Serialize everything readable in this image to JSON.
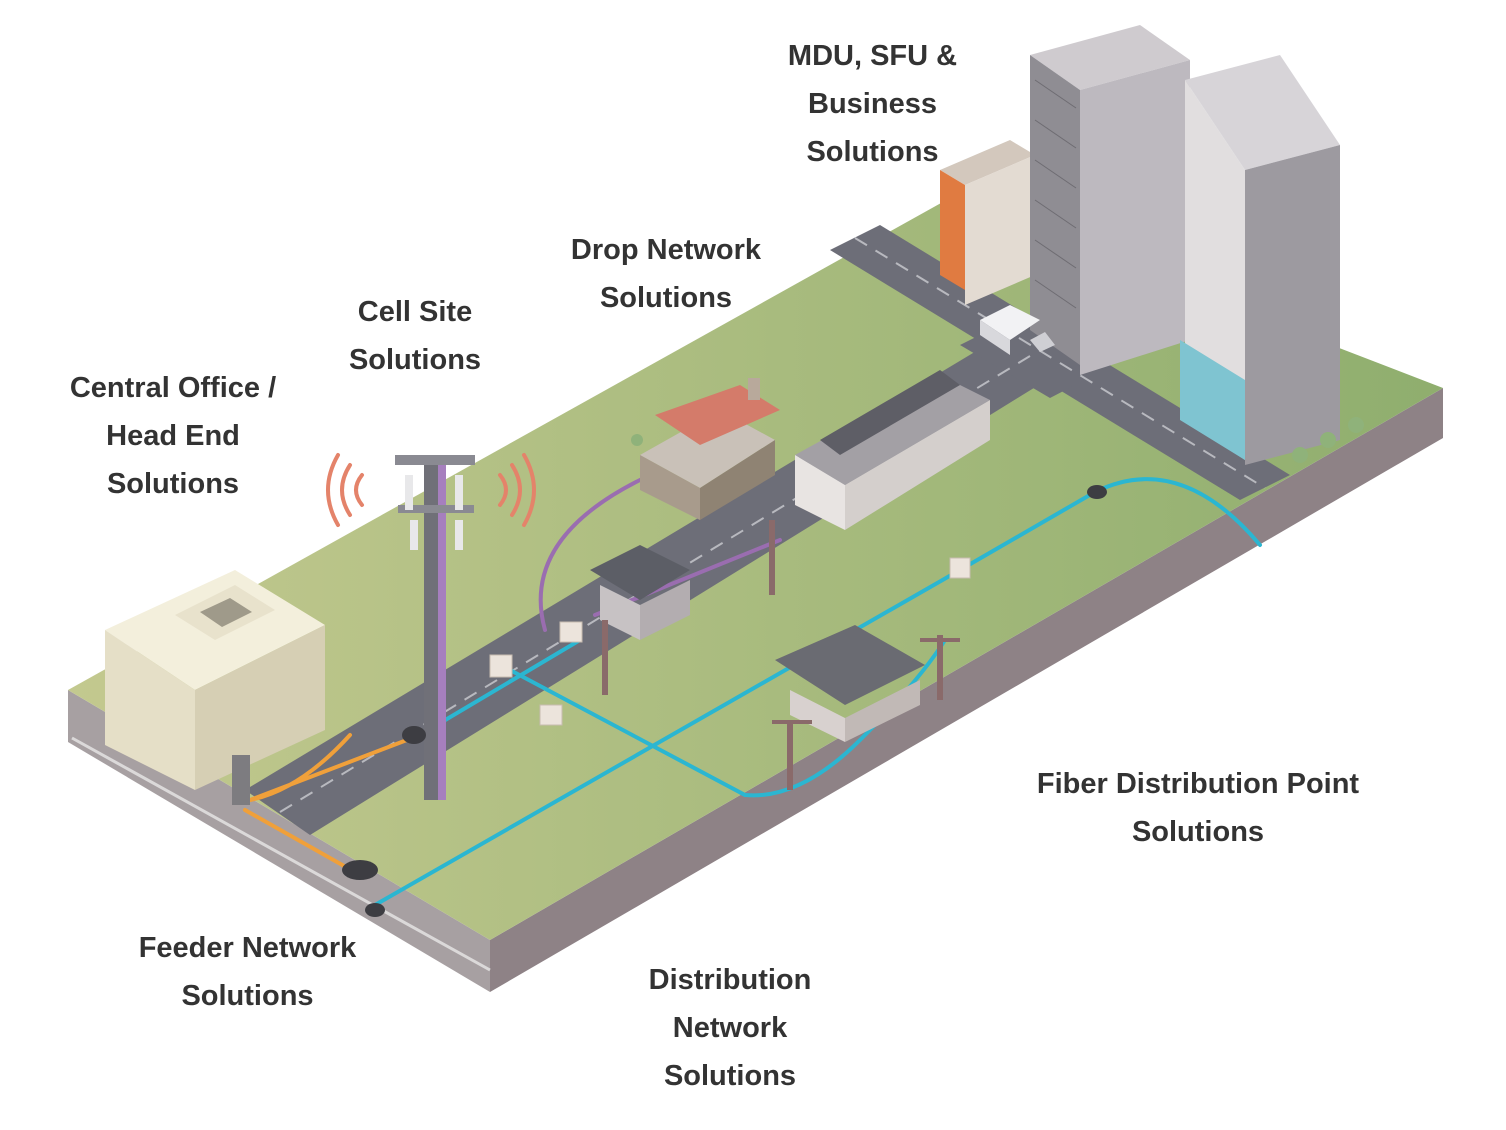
{
  "labels": {
    "mdu": [
      "MDU, SFU &",
      "Business",
      "Solutions"
    ],
    "drop": [
      "Drop Network",
      "Solutions"
    ],
    "cell": [
      "Cell Site",
      "Solutions"
    ],
    "central": [
      "Central Office /",
      "Head End",
      "Solutions"
    ],
    "feeder": [
      "Feeder Network",
      "Solutions"
    ],
    "distribution": [
      "Distribution",
      "Network",
      "Solutions"
    ],
    "fdp": [
      "Fiber Distribution Point",
      "Solutions"
    ]
  },
  "colors": {
    "text": "#333333",
    "grass": "#a3bb7e",
    "road": "#6d6e78",
    "slab": "#bdb1ad",
    "fiber_blue": "#2bb6d1",
    "fiber_purple": "#9a6db0",
    "fiber_orange": "#f0a03a",
    "signal": "#e4836a"
  },
  "icons": [
    "cell-tower-icon",
    "radio-signal-icon",
    "utility-pole-icon",
    "splice-closure-icon",
    "house-icon",
    "office-tower-icon",
    "truck-icon",
    "central-office-icon"
  ]
}
